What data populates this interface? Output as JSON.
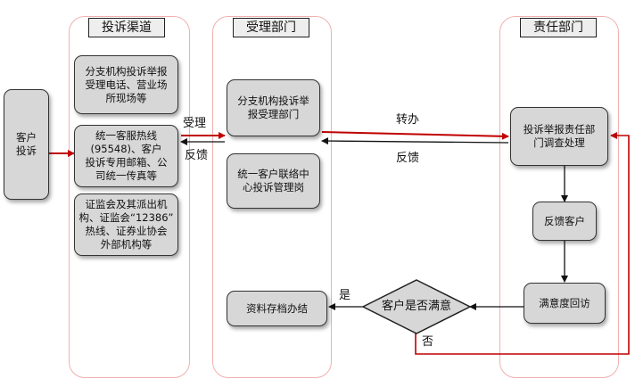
{
  "lanes": {
    "channels": {
      "title": "投诉渠道"
    },
    "acceptance": {
      "title": "受理部门"
    },
    "responsible": {
      "title": "责任部门"
    }
  },
  "nodes": {
    "customer": "客户\n投诉",
    "branch_channel": "分支机构投诉举报\n受理电话、营业场\n所现场等",
    "hotline_channel": "统一客服热线\n(95548)、客户\n投诉专用邮箱、公\n司统一传真等",
    "csrc_channel": "证监会及其派出机\n构、证监会“12386”\n热线、证券业协会\n外部机构等",
    "branch_accept": "分支机构投诉举\n报受理部门",
    "central_post": "统一客户联络中\n心投诉管理岗",
    "investigate": "投诉举报责任部\n门调查处理",
    "feedback_customer": "反馈客户",
    "satisfaction_visit": "满意度回访",
    "satisfied_decision": "客户是否满意",
    "archive": "资料存档办结"
  },
  "edge_labels": {
    "accept": "受理",
    "feedback_left": "反馈",
    "transfer": "转办",
    "feedback_right": "反馈",
    "yes": "是",
    "no": "否"
  },
  "colors": {
    "highlight": "#c00000",
    "lane_border": "#f1b0b0",
    "node_fill": "#d7d7d7"
  }
}
